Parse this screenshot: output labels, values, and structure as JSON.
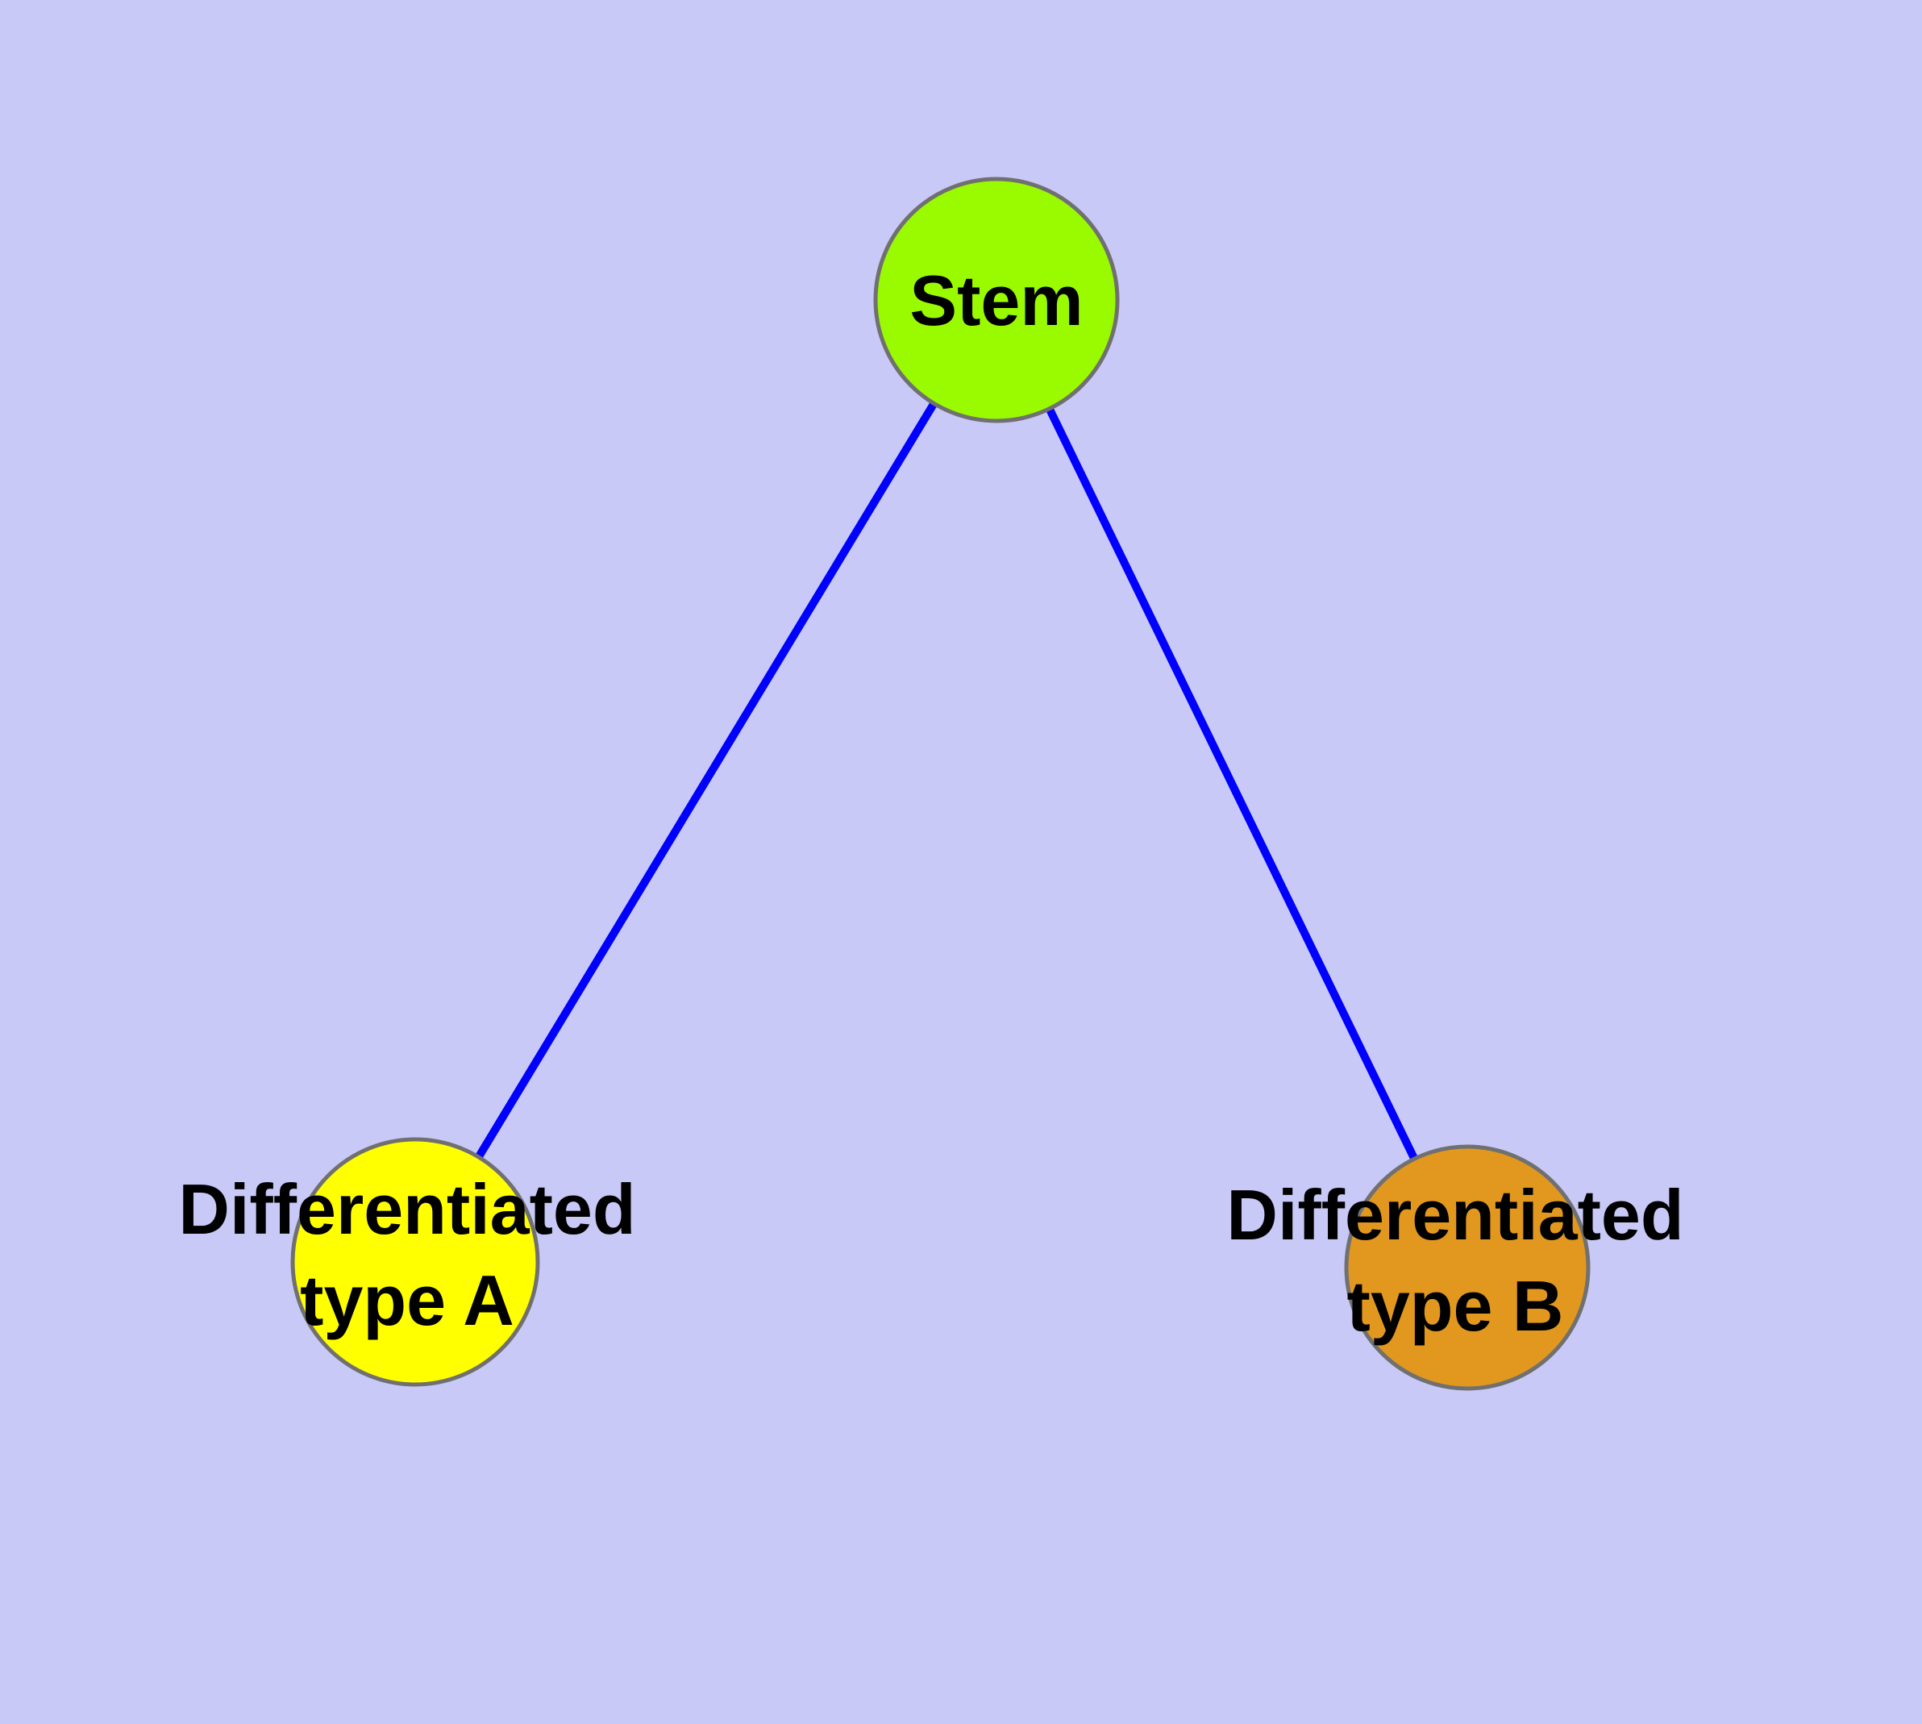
{
  "diagram": {
    "type": "graph",
    "colors": {
      "background": "#C9C9F8",
      "edge": "#0000FF",
      "node_border": "#707070",
      "stem_fill": "#9AFB00",
      "type_a_fill": "#FFFF00",
      "type_b_fill": "#E2981F",
      "label_text": "#000000"
    },
    "nodes": {
      "stem": {
        "label": "Stem",
        "fill": "#9AFB00"
      },
      "type_a": {
        "label_line1": "Differentiated",
        "label_line2": "type A",
        "fill": "#FFFF00"
      },
      "type_b": {
        "label_line1": "Differentiated",
        "label_line2": "type B",
        "fill": "#E2981F"
      }
    },
    "edges": [
      {
        "from": "Stem",
        "to": "Differentiated type A"
      },
      {
        "from": "Stem",
        "to": "Differentiated type B"
      }
    ]
  }
}
